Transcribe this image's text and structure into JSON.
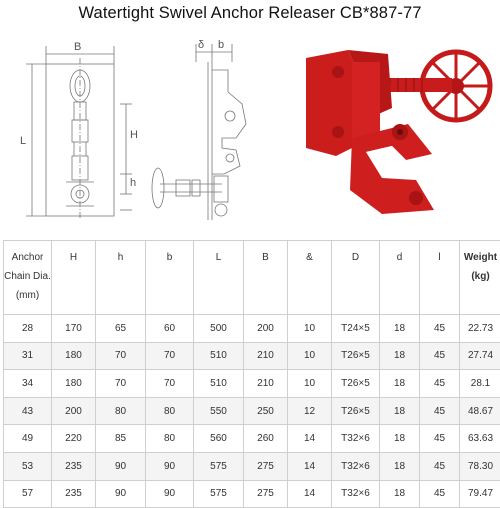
{
  "title": "Watertight Swivel Anchor Releaser CB*887-77",
  "drawing_labels": {
    "B_left": "B",
    "L": "L",
    "H": "H",
    "h": "h",
    "delta": "δ",
    "b": "b"
  },
  "table": {
    "headers": [
      [
        "Anchor",
        "Chain Dia.",
        "(mm)"
      ],
      [
        "H"
      ],
      [
        "h"
      ],
      [
        "b"
      ],
      [
        "L"
      ],
      [
        "B"
      ],
      [
        "&"
      ],
      [
        "D"
      ],
      [
        "d"
      ],
      [
        "l"
      ],
      [
        "Weight",
        "(kg)"
      ]
    ],
    "rows": [
      [
        "28",
        "170",
        "65",
        "60",
        "500",
        "200",
        "10",
        "T24×5",
        "18",
        "45",
        "22.73"
      ],
      [
        "31",
        "180",
        "70",
        "70",
        "510",
        "210",
        "10",
        "T26×5",
        "18",
        "45",
        "27.74"
      ],
      [
        "34",
        "180",
        "70",
        "70",
        "510",
        "210",
        "10",
        "T26×5",
        "18",
        "45",
        "28.1"
      ],
      [
        "43",
        "200",
        "80",
        "80",
        "550",
        "250",
        "12",
        "T26×5",
        "18",
        "45",
        "48.67"
      ],
      [
        "49",
        "220",
        "85",
        "80",
        "560",
        "260",
        "14",
        "T32×6",
        "18",
        "45",
        "63.63"
      ],
      [
        "53",
        "235",
        "90",
        "90",
        "575",
        "275",
        "14",
        "T32×6",
        "18",
        "45",
        "78.30"
      ],
      [
        "57",
        "235",
        "90",
        "90",
        "575",
        "275",
        "14",
        "T32×6",
        "18",
        "45",
        "79.47"
      ]
    ]
  },
  "colors": {
    "product_red": "#d01c1c",
    "drawing_line": "#666666"
  }
}
